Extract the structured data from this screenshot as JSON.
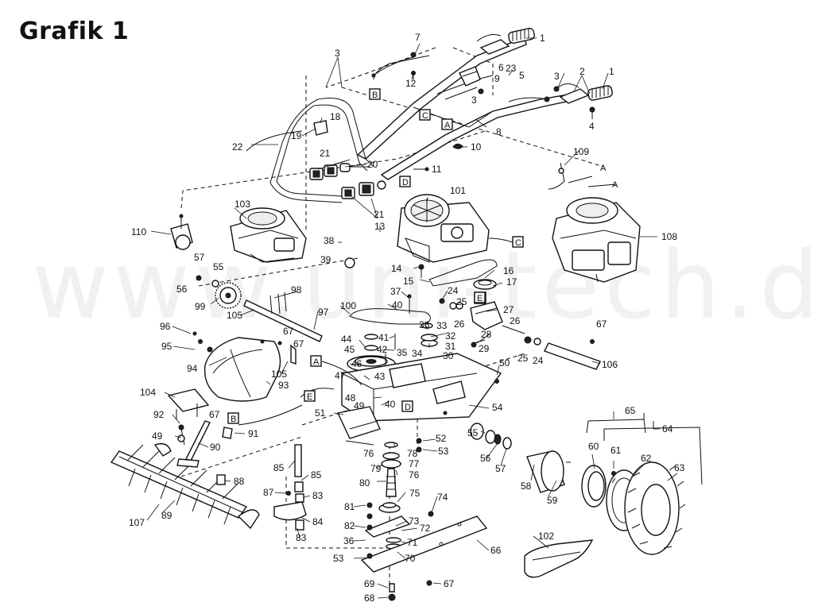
{
  "title": "Grafik 1",
  "watermark": "www.uni-tech.de",
  "labels": [
    {
      "id": "l1a",
      "text": "1"
    },
    {
      "id": "l7",
      "text": "7"
    },
    {
      "id": "l3a",
      "text": "3"
    },
    {
      "id": "l12",
      "text": "12"
    },
    {
      "id": "l6",
      "text": "6"
    },
    {
      "id": "l23",
      "text": "23"
    },
    {
      "id": "l9",
      "text": "9"
    },
    {
      "id": "l3b",
      "text": "3"
    },
    {
      "id": "l5",
      "text": "5"
    },
    {
      "id": "l3c",
      "text": "3"
    },
    {
      "id": "l2",
      "text": "2"
    },
    {
      "id": "l1b",
      "text": "1"
    },
    {
      "id": "l4",
      "text": "4"
    },
    {
      "id": "l8",
      "text": "8"
    },
    {
      "id": "l18",
      "text": "18"
    },
    {
      "id": "l19",
      "text": "19"
    },
    {
      "id": "l22",
      "text": "22"
    },
    {
      "id": "l10",
      "text": "10"
    },
    {
      "id": "l21a",
      "text": "21"
    },
    {
      "id": "l20",
      "text": "20"
    },
    {
      "id": "l11",
      "text": "11"
    },
    {
      "id": "l109",
      "text": "109"
    },
    {
      "id": "l101",
      "text": "101"
    },
    {
      "id": "l103",
      "text": "103"
    },
    {
      "id": "l21b",
      "text": "21"
    },
    {
      "id": "l110",
      "text": "110"
    },
    {
      "id": "l13",
      "text": "13"
    },
    {
      "id": "l108",
      "text": "108"
    },
    {
      "id": "l38",
      "text": "38"
    },
    {
      "id": "l57a",
      "text": "57"
    },
    {
      "id": "l55a",
      "text": "55"
    },
    {
      "id": "l39",
      "text": "39"
    },
    {
      "id": "l14",
      "text": "14"
    },
    {
      "id": "l16",
      "text": "16"
    },
    {
      "id": "l56a",
      "text": "56"
    },
    {
      "id": "l15",
      "text": "15"
    },
    {
      "id": "l17",
      "text": "17"
    },
    {
      "id": "l98",
      "text": "98"
    },
    {
      "id": "l37",
      "text": "37"
    },
    {
      "id": "l24a",
      "text": "24"
    },
    {
      "id": "l99",
      "text": "99"
    },
    {
      "id": "l100",
      "text": "100"
    },
    {
      "id": "l40a",
      "text": "40"
    },
    {
      "id": "l25a",
      "text": "25"
    },
    {
      "id": "l27",
      "text": "27"
    },
    {
      "id": "l105a",
      "text": "105"
    },
    {
      "id": "l97",
      "text": "97"
    },
    {
      "id": "l26a",
      "text": "26"
    },
    {
      "id": "l26b",
      "text": "26"
    },
    {
      "id": "l96",
      "text": "96"
    },
    {
      "id": "l33",
      "text": "33"
    },
    {
      "id": "l36",
      "text": "36"
    },
    {
      "id": "l67a",
      "text": "67"
    },
    {
      "id": "l67b",
      "text": "67"
    },
    {
      "id": "l67c",
      "text": "67"
    },
    {
      "id": "l44",
      "text": "44"
    },
    {
      "id": "l41",
      "text": "41"
    },
    {
      "id": "l32",
      "text": "32"
    },
    {
      "id": "l28",
      "text": "28"
    },
    {
      "id": "l95",
      "text": "95"
    },
    {
      "id": "l42",
      "text": "42"
    },
    {
      "id": "l31",
      "text": "31"
    },
    {
      "id": "l29",
      "text": "29"
    },
    {
      "id": "l45",
      "text": "45"
    },
    {
      "id": "l35",
      "text": "35"
    },
    {
      "id": "l34",
      "text": "34"
    },
    {
      "id": "l30",
      "text": "30"
    },
    {
      "id": "l25b",
      "text": "25"
    },
    {
      "id": "l24b",
      "text": "24"
    },
    {
      "id": "l94",
      "text": "94"
    },
    {
      "id": "l46",
      "text": "46"
    },
    {
      "id": "l106",
      "text": "106"
    },
    {
      "id": "l50",
      "text": "50"
    },
    {
      "id": "l105b",
      "text": "105"
    },
    {
      "id": "l47",
      "text": "47"
    },
    {
      "id": "l43",
      "text": "43"
    },
    {
      "id": "l93",
      "text": "93"
    },
    {
      "id": "l104",
      "text": "104"
    },
    {
      "id": "l48",
      "text": "48"
    },
    {
      "id": "l49a",
      "text": "49"
    },
    {
      "id": "l40b",
      "text": "40"
    },
    {
      "id": "l54",
      "text": "54"
    },
    {
      "id": "l67d",
      "text": "67"
    },
    {
      "id": "l51",
      "text": "51"
    },
    {
      "id": "l92",
      "text": "92"
    },
    {
      "id": "l91",
      "text": "91"
    },
    {
      "id": "l65",
      "text": "65"
    },
    {
      "id": "l64",
      "text": "64"
    },
    {
      "id": "l49b",
      "text": "49"
    },
    {
      "id": "l52",
      "text": "52"
    },
    {
      "id": "l55b",
      "text": "55"
    },
    {
      "id": "l60",
      "text": "60"
    },
    {
      "id": "l61",
      "text": "61"
    },
    {
      "id": "l90",
      "text": "90"
    },
    {
      "id": "l76a",
      "text": "76"
    },
    {
      "id": "l78",
      "text": "78"
    },
    {
      "id": "l53a",
      "text": "53"
    },
    {
      "id": "l56b",
      "text": "56"
    },
    {
      "id": "l62",
      "text": "62"
    },
    {
      "id": "l77",
      "text": "77"
    },
    {
      "id": "l79",
      "text": "79"
    },
    {
      "id": "l57b",
      "text": "57"
    },
    {
      "id": "l63",
      "text": "63"
    },
    {
      "id": "l85a",
      "text": "85"
    },
    {
      "id": "l76b",
      "text": "76"
    },
    {
      "id": "l85b",
      "text": "85"
    },
    {
      "id": "l88",
      "text": "88"
    },
    {
      "id": "l58",
      "text": "58"
    },
    {
      "id": "l80",
      "text": "80"
    },
    {
      "id": "l59",
      "text": "59"
    },
    {
      "id": "l87",
      "text": "87"
    },
    {
      "id": "l83a",
      "text": "83"
    },
    {
      "id": "l75",
      "text": "75"
    },
    {
      "id": "l74",
      "text": "74"
    },
    {
      "id": "l81",
      "text": "81"
    },
    {
      "id": "l107",
      "text": "107"
    },
    {
      "id": "l89",
      "text": "89"
    },
    {
      "id": "l84",
      "text": "84"
    },
    {
      "id": "l82",
      "text": "82"
    },
    {
      "id": "l73",
      "text": "73"
    },
    {
      "id": "l72",
      "text": "72"
    },
    {
      "id": "l102",
      "text": "102"
    },
    {
      "id": "l83b",
      "text": "83"
    },
    {
      "id": "l36b",
      "text": "36"
    },
    {
      "id": "l71",
      "text": "71"
    },
    {
      "id": "l66",
      "text": "66"
    },
    {
      "id": "l53b",
      "text": "53"
    },
    {
      "id": "l70",
      "text": "70"
    },
    {
      "id": "l67e",
      "text": "67"
    },
    {
      "id": "l69",
      "text": "69"
    },
    {
      "id": "l68",
      "text": "68"
    }
  ],
  "box_labels": [
    {
      "id": "bB1",
      "text": "B"
    },
    {
      "id": "bC1",
      "text": "C"
    },
    {
      "id": "bA1",
      "text": "A"
    },
    {
      "id": "bD1",
      "text": "D"
    },
    {
      "id": "bC2",
      "text": "C"
    },
    {
      "id": "bE1",
      "text": "E"
    },
    {
      "id": "bA2",
      "text": "A"
    },
    {
      "id": "bE2",
      "text": "E"
    },
    {
      "id": "bB2",
      "text": "B"
    },
    {
      "id": "bD2",
      "text": "D"
    }
  ],
  "plain_letters": [
    {
      "id": "pA1",
      "text": "A"
    },
    {
      "id": "pA2",
      "text": "A"
    }
  ]
}
